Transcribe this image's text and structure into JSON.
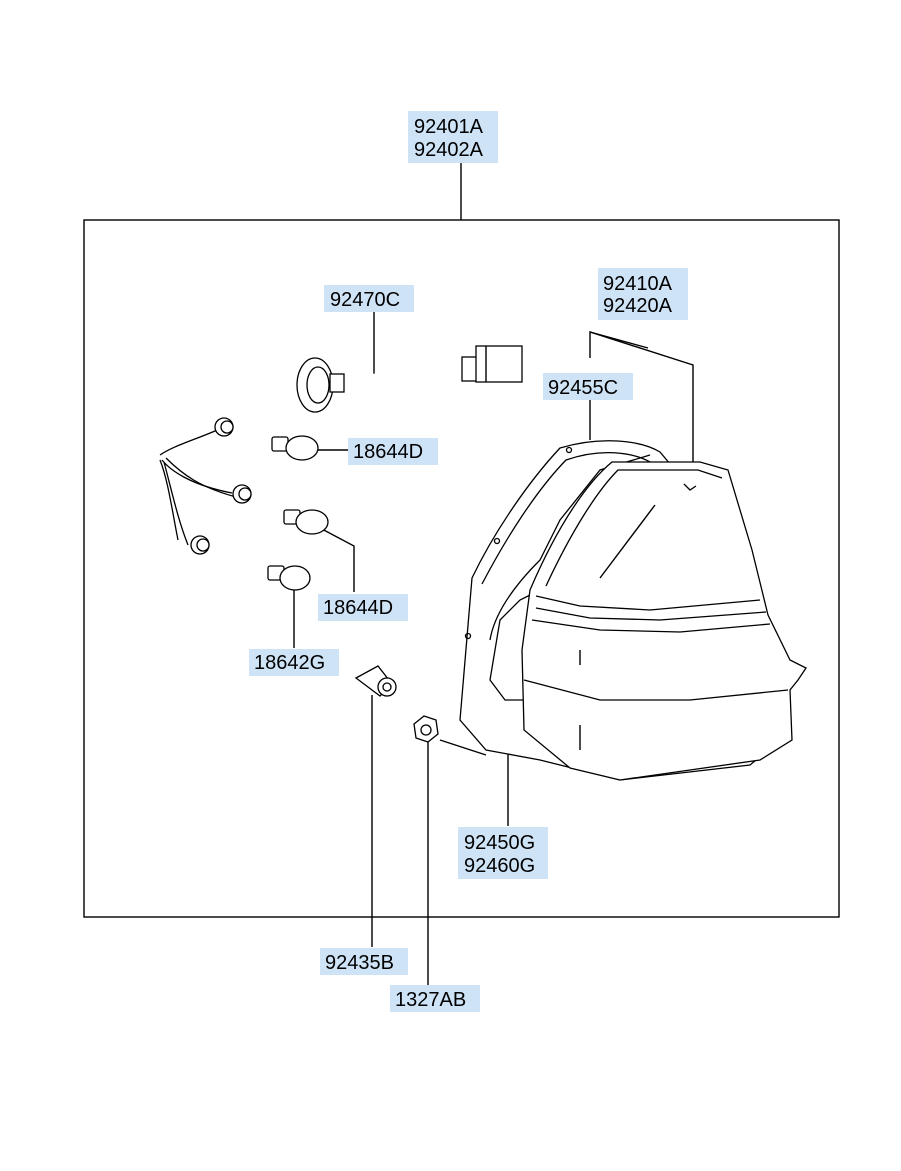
{
  "labels": {
    "assembly": [
      "92401A",
      "92402A"
    ],
    "lens_housing": [
      "92410A",
      "92420A"
    ],
    "wiring_harness": "92470C",
    "gasket": "92455C",
    "bulb_upper": "18644D",
    "bulb_middle": "18644D",
    "bulb_lower": "18642G",
    "reflector": [
      "92450G",
      "92460G"
    ],
    "grommet": "92435B",
    "nut": "1327AB"
  },
  "colors": {
    "label_background": "#cfe3f7",
    "line": "#000000",
    "background": "#ffffff"
  }
}
